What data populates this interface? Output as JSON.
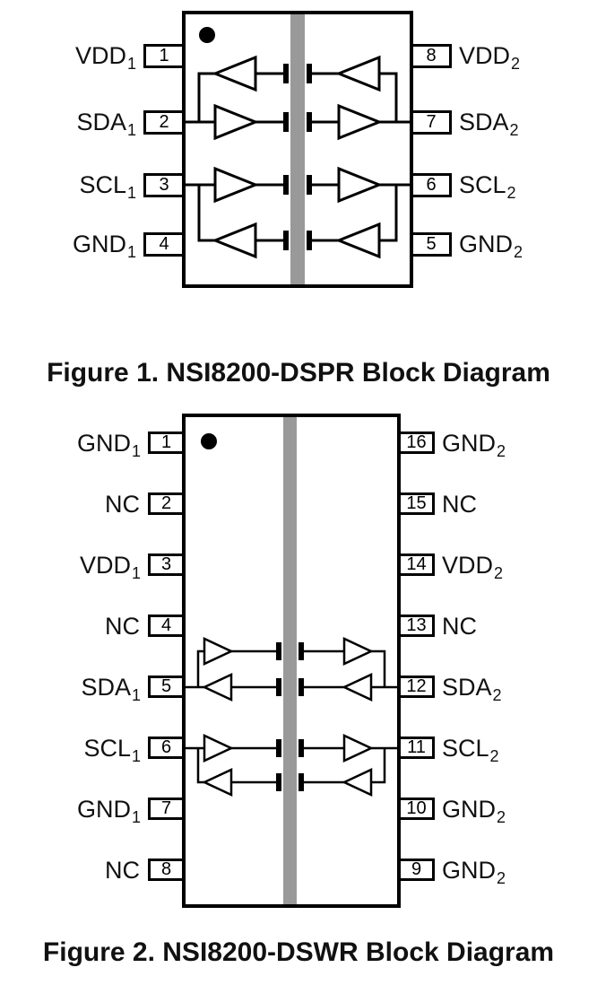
{
  "colors": {
    "background": "#ffffff",
    "line": "#000000",
    "isolation_barrier": "#999999",
    "text": "#111111"
  },
  "figure1": {
    "caption": "Figure 1. NSI8200-DSPR Block Diagram",
    "package": "8-pin",
    "left_pins": [
      {
        "num": "1",
        "name": "VDD",
        "sub": "1"
      },
      {
        "num": "2",
        "name": "SDA",
        "sub": "1"
      },
      {
        "num": "3",
        "name": "SCL",
        "sub": "1"
      },
      {
        "num": "4",
        "name": "GND",
        "sub": "1"
      }
    ],
    "right_pins": [
      {
        "num": "8",
        "name": "VDD",
        "sub": "2"
      },
      {
        "num": "7",
        "name": "SDA",
        "sub": "2"
      },
      {
        "num": "6",
        "name": "SCL",
        "sub": "2"
      },
      {
        "num": "5",
        "name": "GND",
        "sub": "2"
      }
    ]
  },
  "figure2": {
    "caption": "Figure 2. NSI8200-DSWR Block Diagram",
    "package": "16-pin",
    "left_pins": [
      {
        "num": "1",
        "name": "GND",
        "sub": "1"
      },
      {
        "num": "2",
        "name": "NC",
        "sub": ""
      },
      {
        "num": "3",
        "name": "VDD",
        "sub": "1"
      },
      {
        "num": "4",
        "name": "NC",
        "sub": ""
      },
      {
        "num": "5",
        "name": "SDA",
        "sub": "1"
      },
      {
        "num": "6",
        "name": "SCL",
        "sub": "1"
      },
      {
        "num": "7",
        "name": "GND",
        "sub": "1"
      },
      {
        "num": "8",
        "name": "NC",
        "sub": ""
      }
    ],
    "right_pins": [
      {
        "num": "16",
        "name": "GND",
        "sub": "2"
      },
      {
        "num": "15",
        "name": "NC",
        "sub": ""
      },
      {
        "num": "14",
        "name": "VDD",
        "sub": "2"
      },
      {
        "num": "13",
        "name": "NC",
        "sub": ""
      },
      {
        "num": "12",
        "name": "SDA",
        "sub": "2"
      },
      {
        "num": "11",
        "name": "SCL",
        "sub": "2"
      },
      {
        "num": "10",
        "name": "GND",
        "sub": "2"
      },
      {
        "num": "9",
        "name": "GND",
        "sub": "2"
      }
    ]
  }
}
